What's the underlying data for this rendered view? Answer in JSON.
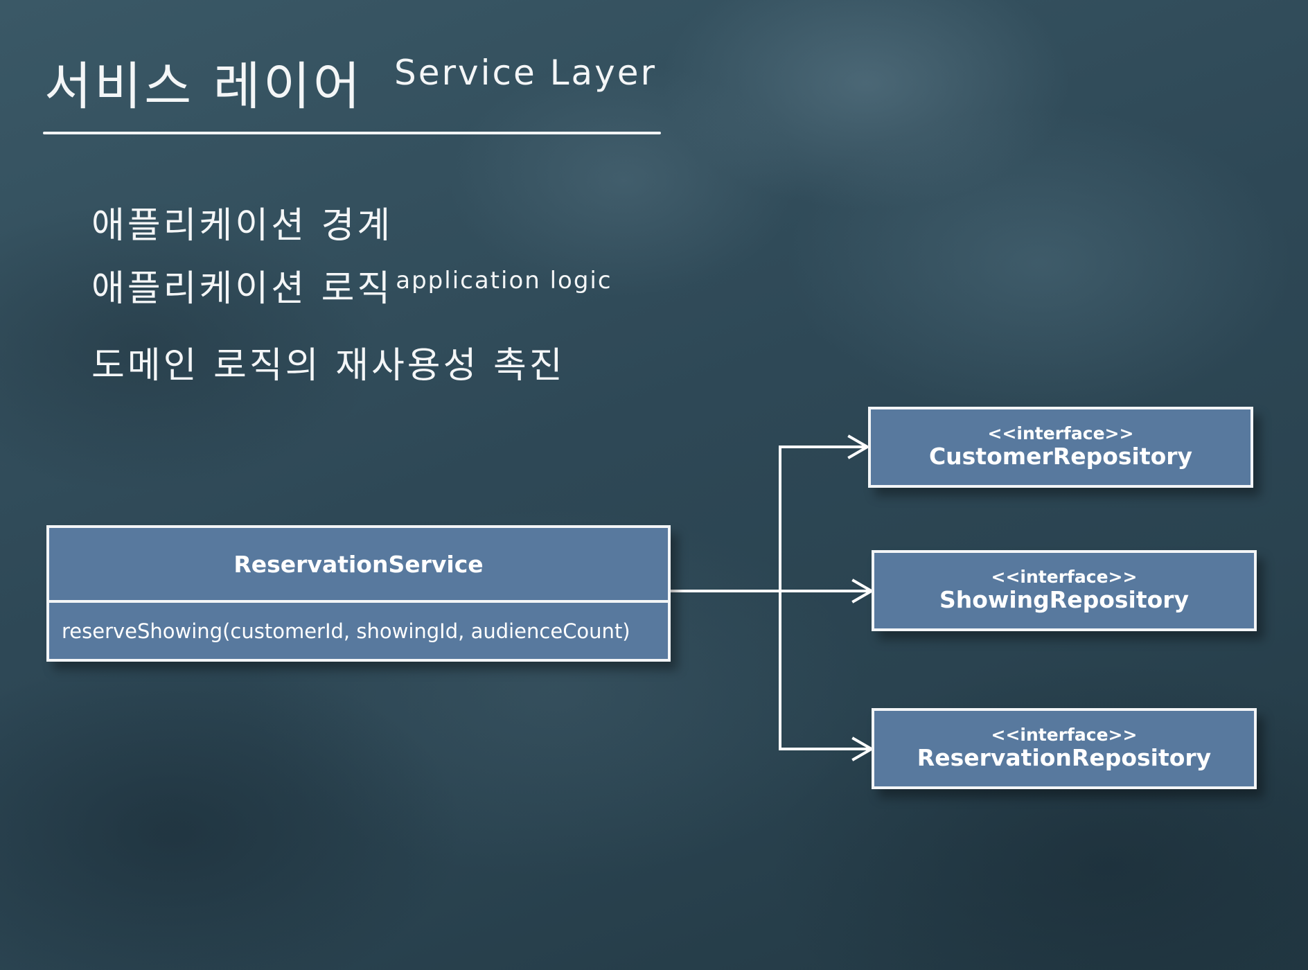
{
  "title": {
    "main": "서비스 레이어",
    "sub": "Service Layer"
  },
  "bullets": [
    {
      "text": "애플리케이션 경계",
      "sub": ""
    },
    {
      "text": "애플리케이션 로직",
      "sub": "application logic"
    },
    {
      "text": "도메인 로직의 재사용성 촉진",
      "sub": ""
    }
  ],
  "service": {
    "name": "ReservationService",
    "method": "reserveShowing(customerId, showingId, audienceCount)"
  },
  "interfaces": [
    {
      "stereotype": "<<interface>>",
      "name": "CustomerRepository"
    },
    {
      "stereotype": "<<interface>>",
      "name": "ShowingRepository"
    },
    {
      "stereotype": "<<interface>>",
      "name": "ReservationRepository"
    }
  ],
  "colors": {
    "box_fill": "#58799e",
    "box_border": "#f3f5f7",
    "background": "#2f4a58",
    "line": "#ffffff"
  }
}
